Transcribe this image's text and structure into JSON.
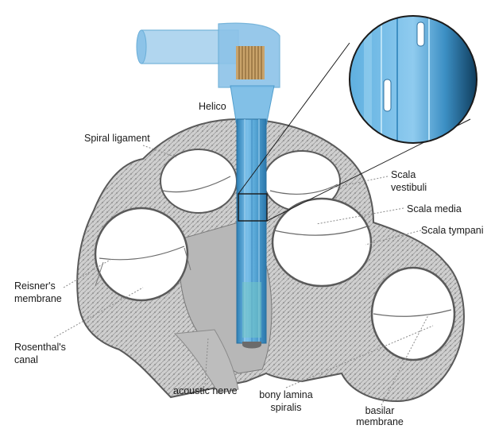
{
  "labels": {
    "helico": "Helico",
    "spiral_ligament": "Spiral ligament",
    "scala_vestibuli_1": "Scala",
    "scala_vestibuli_2": "vestibuli",
    "scala_media": "Scala media",
    "scala_tympani": "Scala tympani",
    "reisners_1": "Reisner's",
    "reisners_2": "membrane",
    "rosenthals_1": "Rosenthal's",
    "rosenthals_2": "canal",
    "acoustic_nerve": "acoustic nerve",
    "bony_lamina_1": "bony lamina",
    "bony_lamina_2": "spiralis",
    "basilar_1": "basilar",
    "basilar_2": "membrane"
  },
  "colors": {
    "tissue_outline": "#5a5a5a",
    "tissue_fill": "#c9c9c9",
    "tissue_dark": "#7a7a7a",
    "chamber_fill": "#ffffff",
    "device_blue": "#5aa9d8",
    "device_light": "#a9d2ee",
    "device_dark": "#2d7fb5",
    "contacts": "#c9a36a",
    "label_text": "#1a1a1a"
  }
}
